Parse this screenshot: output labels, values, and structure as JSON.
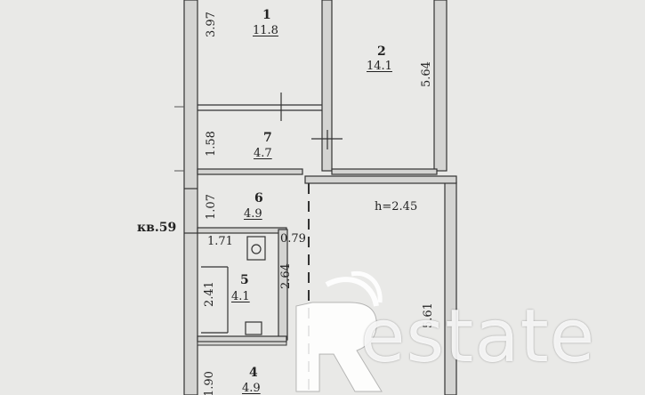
{
  "rooms": [
    {
      "id": "1",
      "area": "11.8"
    },
    {
      "id": "2",
      "area": "14.1"
    },
    {
      "id": "7",
      "area": "4.7"
    },
    {
      "id": "6",
      "area": "4.9"
    },
    {
      "id": "5",
      "area": "4.1"
    },
    {
      "id": "4",
      "area": "4.9"
    }
  ],
  "dimensions": [
    "3.97",
    "5.64",
    "1.58",
    "1.07",
    "1.71",
    "0.79",
    "2.64",
    "2.41",
    "5.61",
    "1.90"
  ],
  "ceiling_height": "h=2.45",
  "apartment_label": "кв.59",
  "watermark": {
    "text": "estate"
  },
  "colors": {
    "background": "#e9e9e7",
    "wall": "#d4d4d2",
    "line": "#333333"
  }
}
